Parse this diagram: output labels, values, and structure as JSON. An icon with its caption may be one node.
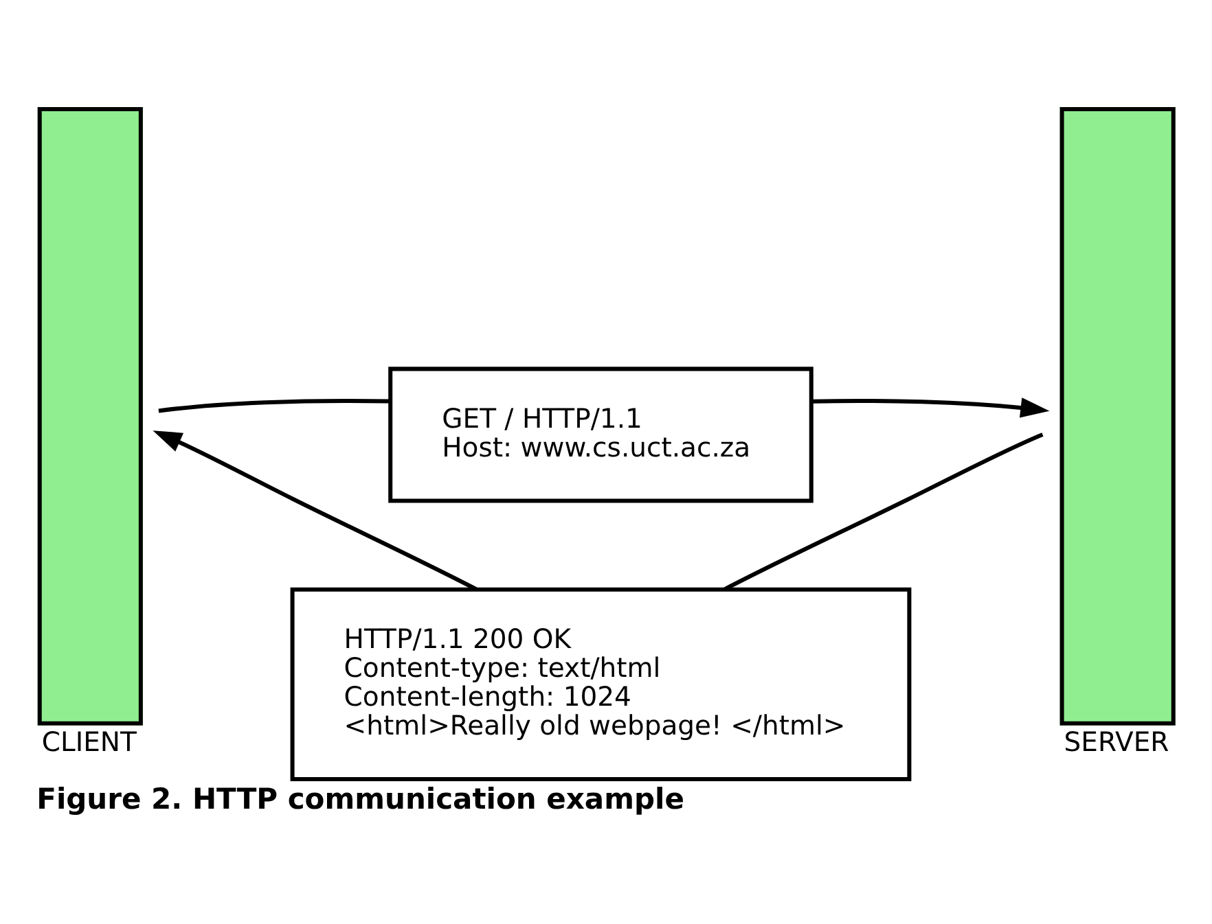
{
  "diagram": {
    "caption": "Figure 2. HTTP communication example",
    "nodes": [
      {
        "text": [
          "CLIENT"
        ]
      },
      {
        "text": [
          "SERVER"
        ]
      },
      {
        "text": [
          "GET / HTTP/1.1",
          "Host: www.cs.uct.ac.za"
        ]
      },
      {
        "text": [
          "HTTP/1.1 200 OK",
          "Content-type: text/html",
          "Content-length: 1024",
          "<html>Really old webpage! </html>"
        ]
      }
    ],
    "edges": [
      {
        "from": 0,
        "to": 2,
        "arrow": "none"
      },
      {
        "from": 2,
        "to": 1,
        "arrow": "to"
      },
      {
        "from": 1,
        "to": 3,
        "arrow": "none"
      },
      {
        "from": 3,
        "to": 0,
        "arrow": "to"
      }
    ]
  }
}
